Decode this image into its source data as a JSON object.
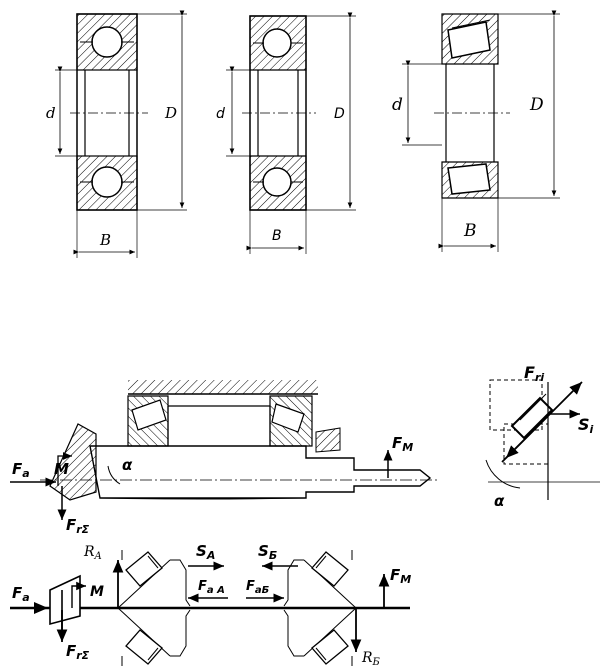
{
  "bearing_section": {
    "d": "d",
    "D": "D",
    "B": "B"
  },
  "shaft_diagram": {
    "Fa": "F",
    "Fa_sub": "a",
    "M": "M",
    "alpha": "α",
    "FrSigma": "F",
    "FrSigma_sub": "rΣ",
    "FM": "F",
    "FM_sub": "M"
  },
  "force_detail": {
    "Fri": "F",
    "Fri_sub": "ri",
    "Si": "S",
    "Si_sub": "i",
    "alpha": "α"
  },
  "schematic": {
    "RA": "R",
    "RA_sub": "A",
    "SA": "S",
    "SA_sub": "A",
    "SB": "S",
    "SB_sub": "Б",
    "FaA": "F",
    "FaA_sub": "a A",
    "FaB": "F",
    "FaB_sub": "aБ",
    "Fa": "F",
    "Fa_sub": "a",
    "M": "M",
    "FrSigma": "F",
    "FrSigma_sub": "rΣ",
    "FM": "F",
    "FM_sub": "M",
    "RB": "R",
    "RB_sub": "Б"
  }
}
